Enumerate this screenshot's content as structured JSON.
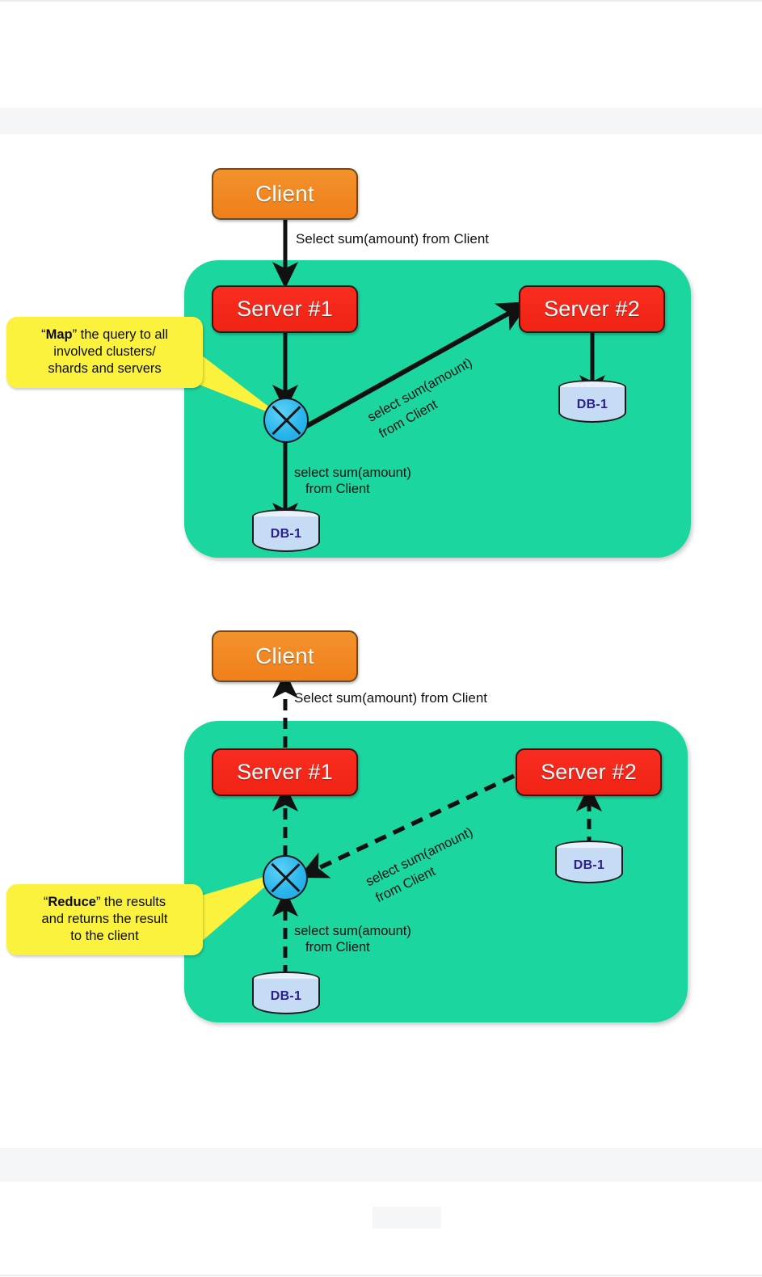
{
  "page": {
    "title": "Map / Reduce distributed query diagram",
    "background": "#ffffff",
    "band_color": "#f5f6f7"
  },
  "palette": {
    "client_fill": "#ef7f1a",
    "client_border": "#6b4a21",
    "server_fill": "#f02314",
    "server_border": "#2a1a16",
    "panel_fill": "#1fd6a0",
    "db_fill": "#c6dcf5",
    "db_label_color": "#2b1f8f",
    "hub_fill": "#2ab6ec",
    "callout_fill": "#fbf23d",
    "arrow_color": "#111111"
  },
  "diagrams": [
    {
      "id": "map-phase",
      "phase_name": "Map",
      "client": {
        "label": "Client"
      },
      "top_edge_label": "Select sum(amount) from Client",
      "panel": {
        "name": "cluster-panel"
      },
      "servers": [
        {
          "id": "server-1",
          "label": "Server #1"
        },
        {
          "id": "server-2",
          "label": "Server #2"
        }
      ],
      "hub": {
        "name": "map-hub",
        "icon": "x-cross-icon"
      },
      "databases": [
        {
          "id": "db-server1",
          "label": "DB-1"
        },
        {
          "id": "db-server2",
          "label": "DB-1"
        }
      ],
      "diagonal_edge_label_line1": "select sum(amount)",
      "diagonal_edge_label_line2": "from Client",
      "vertical_edge_label_line1": "select sum(amount)",
      "vertical_edge_label_line2": "from Client",
      "callout": {
        "emphasis": "Map",
        "quote_open": "“",
        "quote_close": "”",
        "rest_line1": " the query to all",
        "line2": "involved clusters/",
        "line3": "shards and servers"
      },
      "edge_style": "solid",
      "direction": "client-to-servers"
    },
    {
      "id": "reduce-phase",
      "phase_name": "Reduce",
      "client": {
        "label": "Client"
      },
      "top_edge_label": "Select sum(amount) from Client",
      "panel": {
        "name": "cluster-panel"
      },
      "servers": [
        {
          "id": "server-1",
          "label": "Server #1"
        },
        {
          "id": "server-2",
          "label": "Server #2"
        }
      ],
      "hub": {
        "name": "reduce-hub",
        "icon": "x-cross-icon"
      },
      "databases": [
        {
          "id": "db-server1",
          "label": "DB-1"
        },
        {
          "id": "db-server2",
          "label": "DB-1"
        }
      ],
      "diagonal_edge_label_line1": "select sum(amount)",
      "diagonal_edge_label_line2": "from Client",
      "vertical_edge_label_line1": "select sum(amount)",
      "vertical_edge_label_line2": "from Client",
      "callout": {
        "emphasis": "Reduce",
        "quote_open": "“",
        "quote_close": "”",
        "rest_line1": " the results",
        "line2": "and returns the result",
        "line3": "to the client"
      },
      "edge_style": "dashed",
      "direction": "servers-to-client"
    }
  ]
}
